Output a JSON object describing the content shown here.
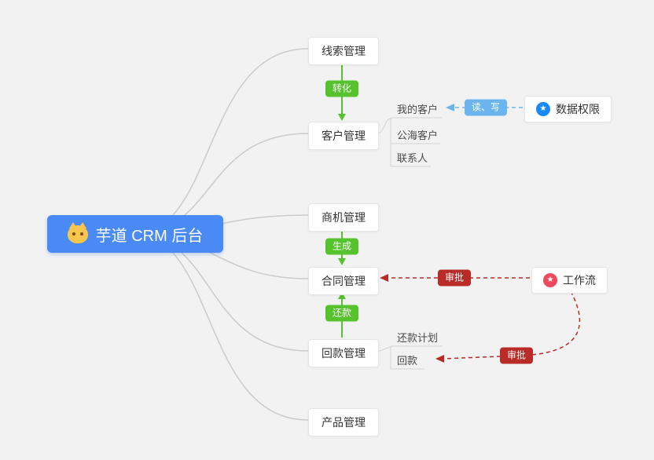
{
  "root": {
    "label": "芋道 CRM 后台"
  },
  "nodes": {
    "leads": {
      "label": "线索管理"
    },
    "customer": {
      "label": "客户管理"
    },
    "opportunity": {
      "label": "商机管理"
    },
    "contract": {
      "label": "合同管理"
    },
    "receivable": {
      "label": "回款管理"
    },
    "product": {
      "label": "产品管理"
    },
    "data_permission": {
      "label": "数据权限"
    },
    "workflow": {
      "label": "工作流"
    }
  },
  "sub_items": {
    "my_customers": {
      "label": "我的客户"
    },
    "public_customers": {
      "label": "公海客户"
    },
    "contacts": {
      "label": "联系人"
    },
    "repayment_plan": {
      "label": "还款计划"
    },
    "repayment": {
      "label": "回款"
    }
  },
  "badges": {
    "convert": {
      "label": "转化",
      "color": "#56c22d"
    },
    "generate": {
      "label": "生成",
      "color": "#56c22d"
    },
    "repay": {
      "label": "还款",
      "color": "#56c22d"
    },
    "read_write": {
      "label": "读、写",
      "color": "#6ab5f0"
    },
    "approve_contract": {
      "label": "审批",
      "color": "#b92b26"
    },
    "approve_receivable": {
      "label": "审批",
      "color": "#b92b26"
    }
  },
  "icons": {
    "star": "★"
  },
  "colors": {
    "root_bg": "#4a8af4",
    "edge_gray": "#cbcbcb",
    "green": "#56c22d",
    "blue": "#6ab5f0",
    "red": "#b92b26",
    "background": "#f2f2f2"
  }
}
